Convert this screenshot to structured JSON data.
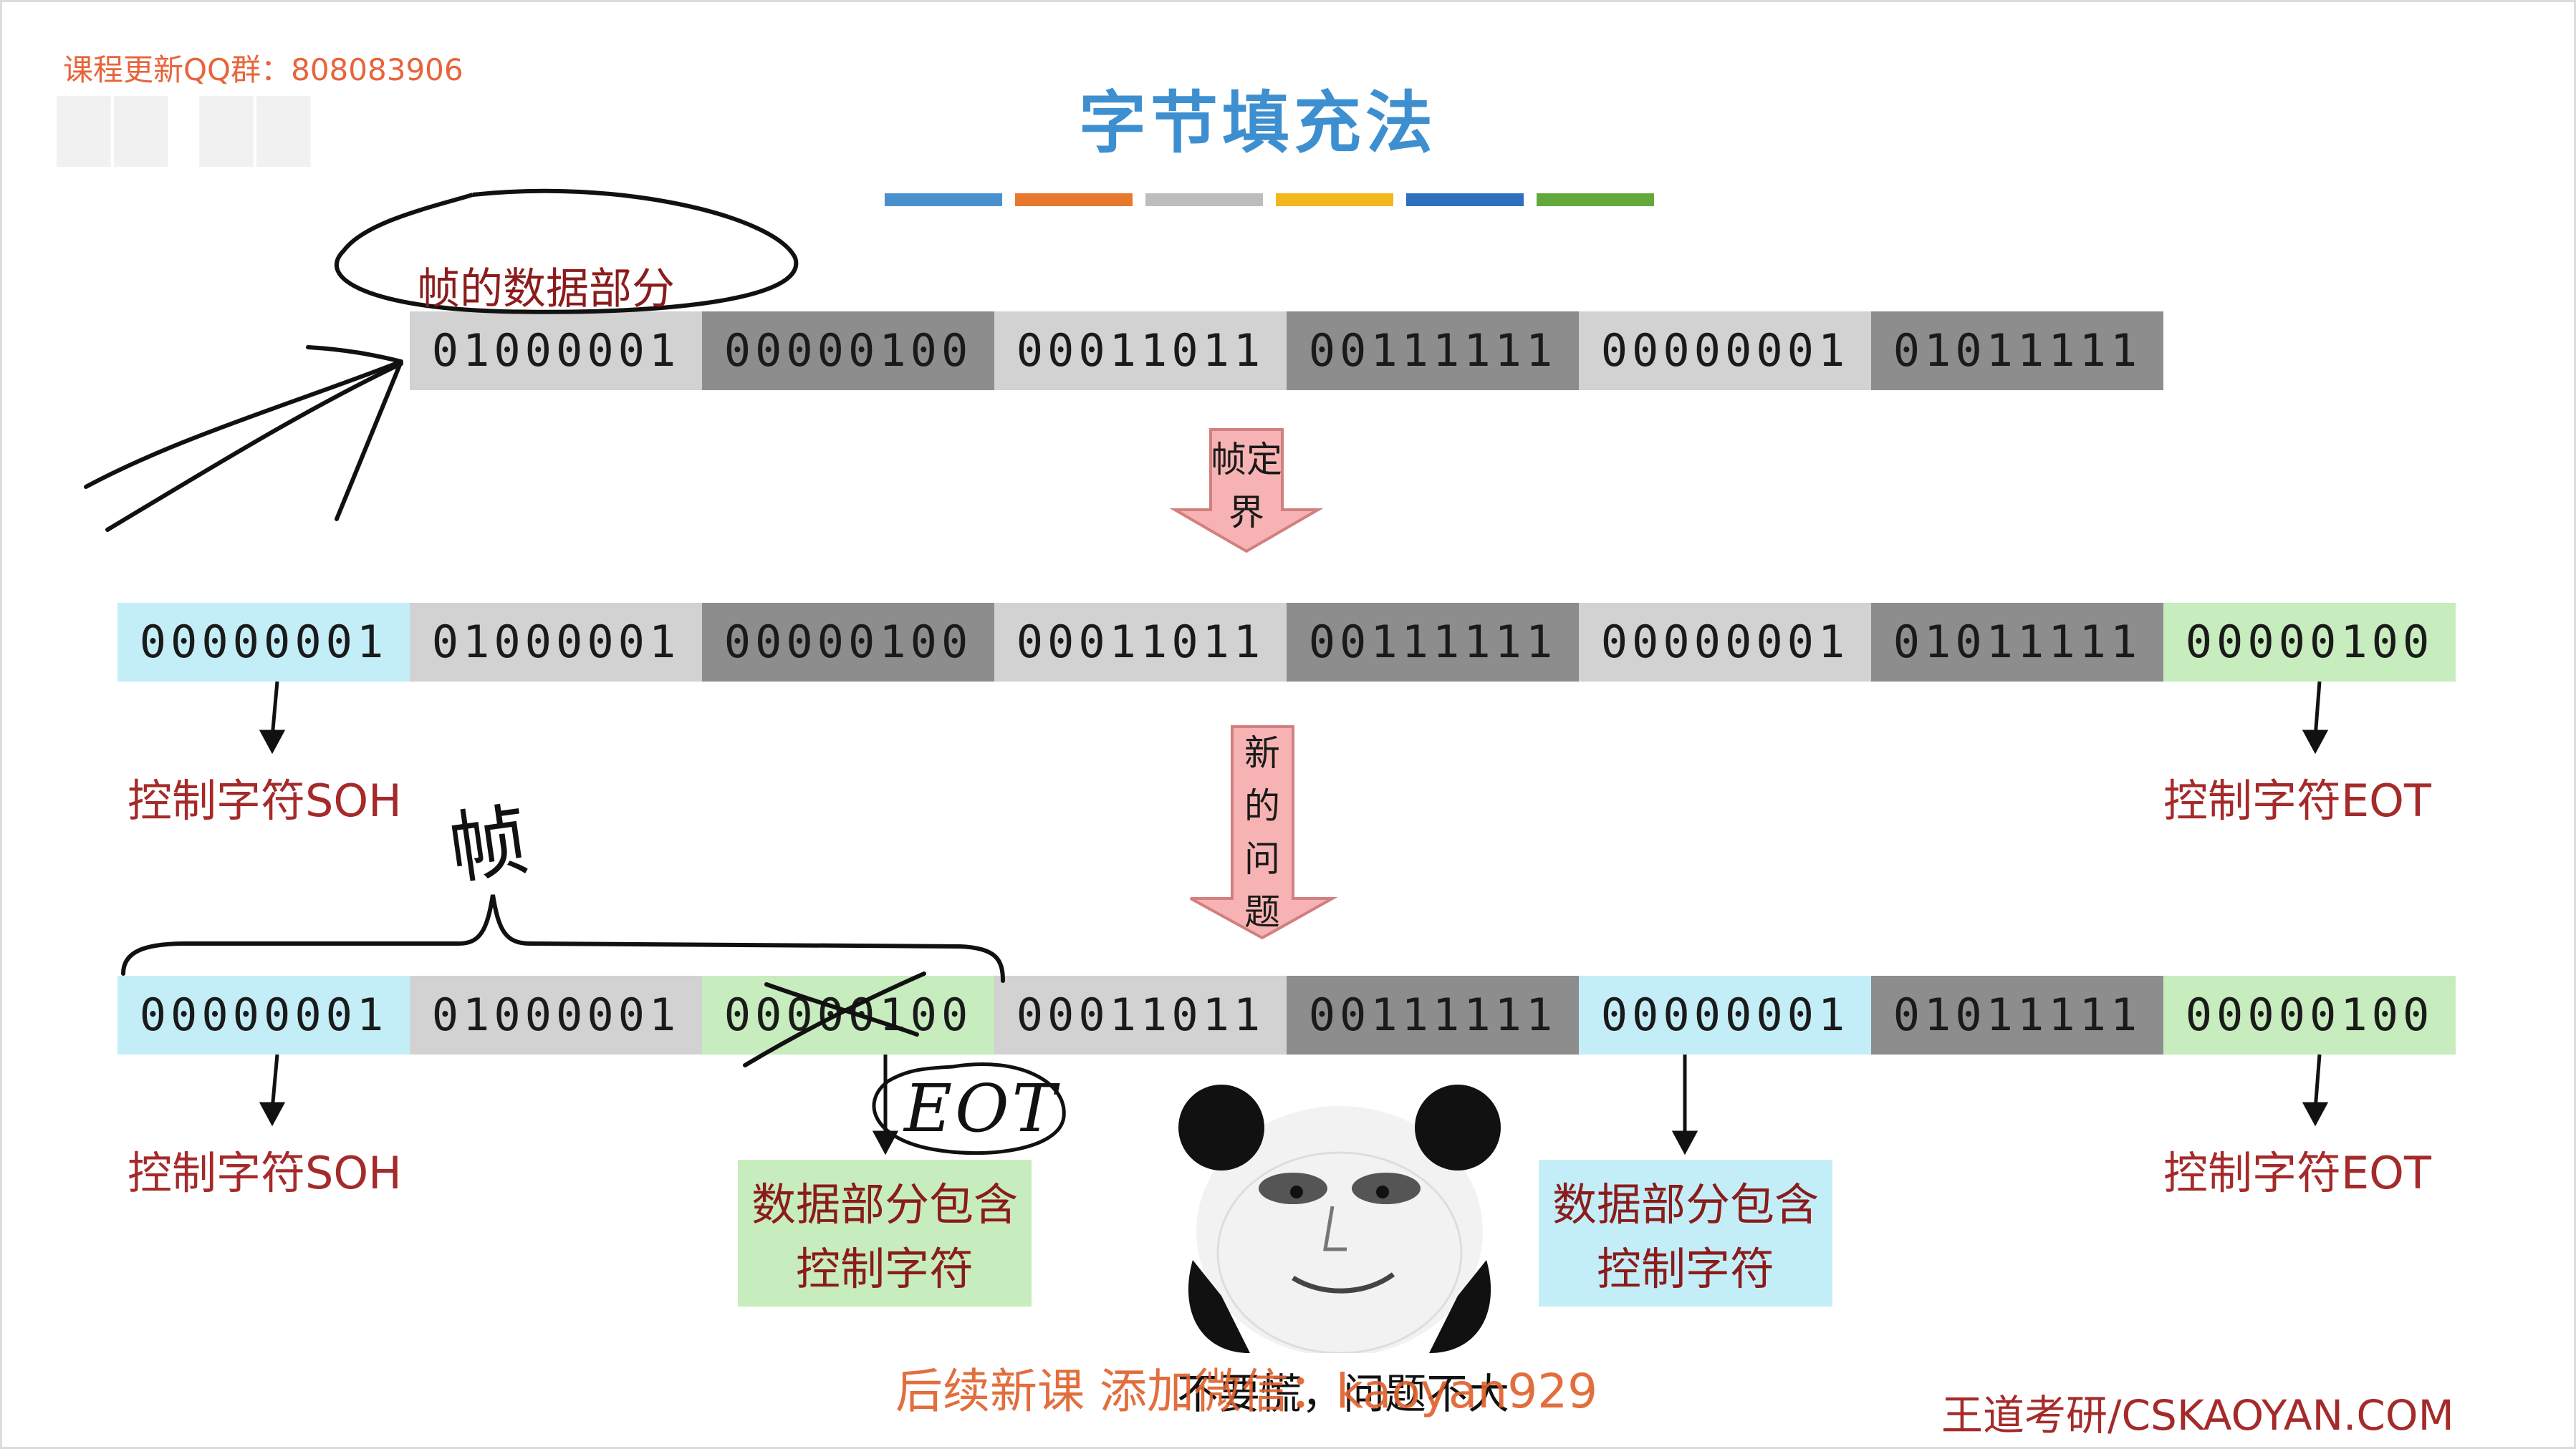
{
  "watermark": "课程更新QQ群：808083906",
  "title": "字节填充法",
  "color_bars": [
    "#4a90cf",
    "#e8782d",
    "#bdbdbd",
    "#f2b71b",
    "#2f6fc0",
    "#62a83b"
  ],
  "ellipse_label": "帧的数据部分",
  "row1": [
    {
      "bits": "01000001",
      "shade": "light"
    },
    {
      "bits": "00000100",
      "shade": "dark"
    },
    {
      "bits": "00011011",
      "shade": "light"
    },
    {
      "bits": "00111111",
      "shade": "dark"
    },
    {
      "bits": "00000001",
      "shade": "light"
    },
    {
      "bits": "01011111",
      "shade": "dark"
    }
  ],
  "arrow1_text": [
    "帧定",
    "界"
  ],
  "row2": [
    {
      "bits": "00000001",
      "shade": "cyan"
    },
    {
      "bits": "01000001",
      "shade": "light"
    },
    {
      "bits": "00000100",
      "shade": "dark"
    },
    {
      "bits": "00011011",
      "shade": "light"
    },
    {
      "bits": "00111111",
      "shade": "dark"
    },
    {
      "bits": "00000001",
      "shade": "light"
    },
    {
      "bits": "01011111",
      "shade": "dark"
    },
    {
      "bits": "00000100",
      "shade": "green"
    }
  ],
  "row2_labels": {
    "soh": "控制字符SOH",
    "eot": "控制字符EOT"
  },
  "arrow2_text": [
    "新",
    "的",
    "问",
    "题"
  ],
  "handwritten_frame": "帧",
  "row3": [
    {
      "bits": "00000001",
      "shade": "cyan"
    },
    {
      "bits": "01000001",
      "shade": "light"
    },
    {
      "bits": "00000100",
      "shade": "green"
    },
    {
      "bits": "00011011",
      "shade": "light"
    },
    {
      "bits": "00111111",
      "shade": "dark"
    },
    {
      "bits": "00000001",
      "shade": "cyan"
    },
    {
      "bits": "01011111",
      "shade": "dark"
    },
    {
      "bits": "00000100",
      "shade": "green"
    }
  ],
  "row3_labels": {
    "soh": "控制字符SOH",
    "eot": "控制字符EOT",
    "green_box": [
      "数据部分包含",
      "控制字符"
    ],
    "cyan_box": [
      "数据部分包含",
      "控制字符"
    ]
  },
  "handwritten_eot": "EOT",
  "meme_caption": "不要慌，问题不大",
  "promo": "后续新课 添加微信：kaoyan929",
  "brand": "王道考研/CSKAOYAN.COM",
  "colors": {
    "light": "#d2d2d2",
    "dark": "#8d8d8d",
    "cyan": "#c4eef7",
    "green": "#c7ecbd",
    "label_red": "#a52a2a",
    "title_blue": "#3d8fd0",
    "arrow_pink": "#f7b3b3"
  }
}
